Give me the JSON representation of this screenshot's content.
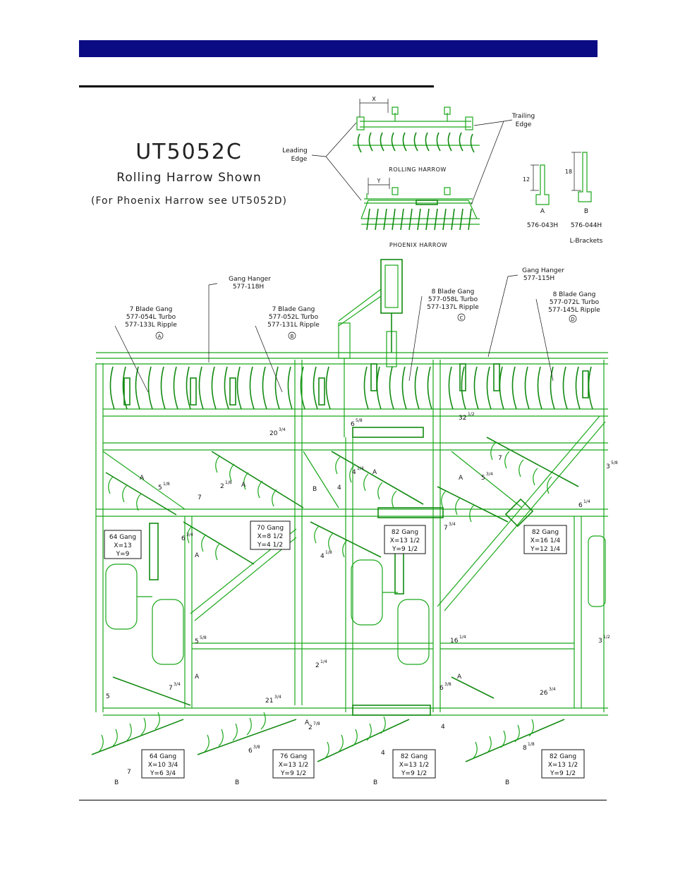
{
  "page": {
    "header_color": "#0b0b84",
    "drawing_color": "#1aa81a"
  },
  "title_block": {
    "model": "UT5052C",
    "subtitle": "Rolling Harrow Shown",
    "note": "(For Phoenix Harrow see UT5052D)"
  },
  "harrow_detail": {
    "x_label": "X",
    "y_label": "Y",
    "leading_edge": [
      "Leading",
      "Edge"
    ],
    "trailing_edge": [
      "Trailing",
      "Edge"
    ],
    "rolling_label": "ROLLING HARROW",
    "phoenix_label": "PHOENIX HARROW"
  },
  "brackets": {
    "a_dim": "12",
    "b_dim": "18",
    "a_letter": "A",
    "b_letter": "B",
    "a_part": "576-043H",
    "b_part": "576-044H",
    "caption": "L-Brackets"
  },
  "callouts": [
    {
      "lines": [
        "Gang Hanger",
        "577-118H"
      ]
    },
    {
      "lines": [
        "7 Blade Gang",
        "577-054L Turbo",
        "577-133L Ripple"
      ],
      "tag": "A"
    },
    {
      "lines": [
        "7 Blade Gang",
        "577-052L Turbo",
        "577-131L Ripple"
      ],
      "tag": "B"
    },
    {
      "lines": [
        "8 Blade Gang",
        "577-058L Turbo",
        "577-137L Ripple"
      ],
      "tag": "C"
    },
    {
      "lines": [
        "Gang Hanger",
        "577-115H"
      ]
    },
    {
      "lines": [
        "8 Blade Gang",
        "577-072L Turbo",
        "577-145L Ripple"
      ],
      "tag": "D"
    }
  ],
  "gang_boxes": [
    {
      "lines": [
        "64 Gang",
        "X=13",
        "Y=9"
      ]
    },
    {
      "lines": [
        "70 Gang",
        "X=8 1/2",
        "Y=4 1/2"
      ]
    },
    {
      "lines": [
        "82 Gang",
        "X=13 1/2",
        "Y=9 1/2"
      ]
    },
    {
      "lines": [
        "82 Gang",
        "X=16 1/4",
        "Y=12 1/4"
      ]
    },
    {
      "lines": [
        "64 Gang",
        "X=10 3/4",
        "Y=6 3/4"
      ]
    },
    {
      "lines": [
        "76 Gang",
        "X=13 1/2",
        "Y=9 1/2"
      ]
    },
    {
      "lines": [
        "82 Gang",
        "X=13 1/2",
        "Y=9 1/2"
      ]
    },
    {
      "lines": [
        "82 Gang",
        "X=13 1/2",
        "Y=9 1/2"
      ]
    }
  ],
  "dimensions": {
    "d1": {
      "whole": "20",
      "frac": "3/4"
    },
    "d2": {
      "whole": "6",
      "frac": "5/8"
    },
    "d3": {
      "whole": "32",
      "frac": "1/2"
    },
    "d4": {
      "whole": "7",
      "frac": ""
    },
    "d5": {
      "whole": "4",
      "frac": "1/4"
    },
    "d6": {
      "whole": "5",
      "frac": "3/4"
    },
    "d7": {
      "whole": "2",
      "frac": "1/8"
    },
    "d8": {
      "whole": "5",
      "frac": "1/8"
    },
    "d9": {
      "whole": "7",
      "frac": ""
    },
    "d10": {
      "whole": "4",
      "frac": ""
    },
    "d11": {
      "whole": "6",
      "frac": "1/4"
    },
    "d12": {
      "whole": "6",
      "frac": "3/4"
    },
    "d13": {
      "whole": "4",
      "frac": "1/8"
    },
    "d14": {
      "whole": "7",
      "frac": "3/4"
    },
    "d15": {
      "whole": "3",
      "frac": "5/8"
    },
    "d16": {
      "whole": "5",
      "frac": "5/8"
    },
    "d17": {
      "whole": "16",
      "frac": "1/4"
    },
    "d18": {
      "whole": "3",
      "frac": "1/2"
    },
    "d19": {
      "whole": "2",
      "frac": "1/4"
    },
    "d20": {
      "whole": "7",
      "frac": "3/4"
    },
    "d21": {
      "whole": "6",
      "frac": "3/8"
    },
    "d22": {
      "whole": "26",
      "frac": "3/4"
    },
    "d23": {
      "whole": "5",
      "frac": ""
    },
    "d24": {
      "whole": "21",
      "frac": "3/4"
    },
    "d25": {
      "whole": "2",
      "frac": "7/8"
    },
    "d26": {
      "whole": "4",
      "frac": ""
    },
    "d27": {
      "whole": "7",
      "frac": ""
    },
    "d28": {
      "whole": "6",
      "frac": "3/8"
    },
    "d29": {
      "whole": "4",
      "frac": ""
    },
    "d30": {
      "whole": "8",
      "frac": "1/8"
    }
  },
  "letters": {
    "a": "A",
    "b": "B"
  }
}
